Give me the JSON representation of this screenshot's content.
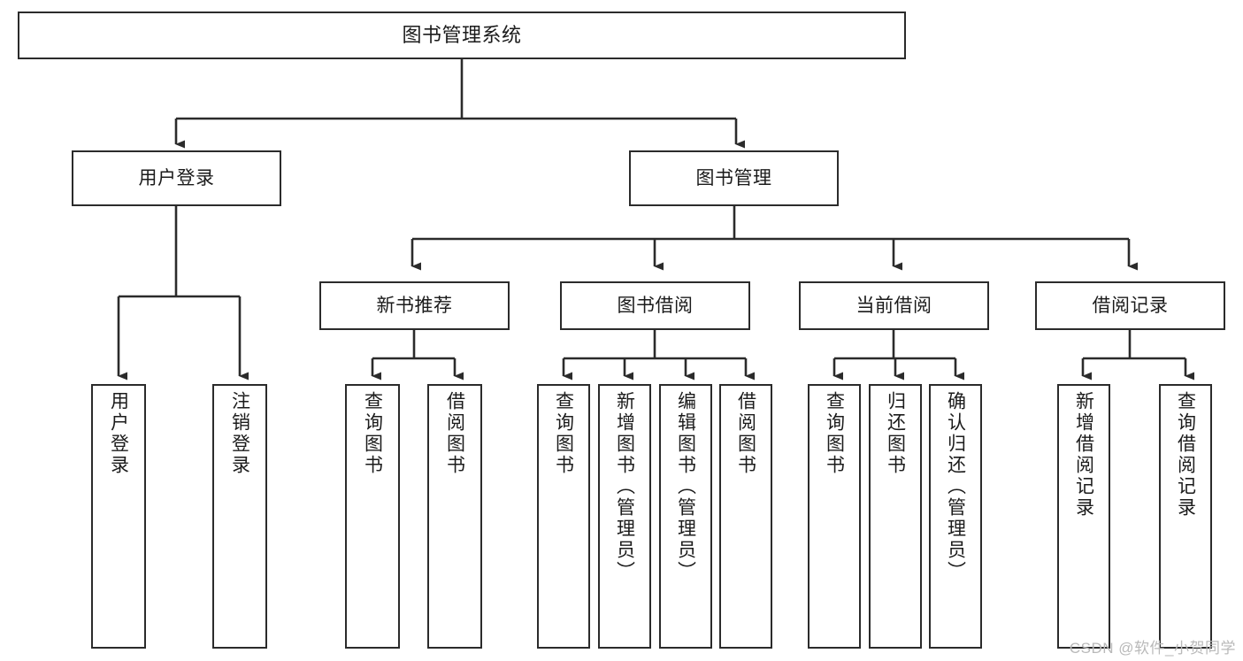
{
  "diagram": {
    "title": "图书管理系统",
    "type": "tree-hierarchy-chart",
    "watermark": "CSDN @软件_小贺同学",
    "colors": {
      "box_border": "#2b2b2b",
      "box_fill": "#ffffff",
      "connector": "#2b2b2b",
      "text": "#1b1b1b",
      "watermark": "#b9b9b9",
      "background": "#ffffff"
    },
    "root": {
      "label": "图书管理系统"
    },
    "level1": [
      {
        "label": "用户登录"
      },
      {
        "label": "图书管理"
      }
    ],
    "level2": [
      {
        "label": "新书推荐"
      },
      {
        "label": "图书借阅"
      },
      {
        "label": "当前借阅"
      },
      {
        "label": "借阅记录"
      }
    ],
    "leaves": {
      "user_login": [
        {
          "label": "用户登录"
        },
        {
          "label": "注销登录"
        }
      ],
      "new_book_recommend": [
        {
          "label": "查询图书"
        },
        {
          "label": "借阅图书"
        }
      ],
      "book_borrow": [
        {
          "label": "查询图书"
        },
        {
          "label": "新增图书（管理员）"
        },
        {
          "label": "编辑图书（管理员）"
        },
        {
          "label": "借阅图书"
        }
      ],
      "current_borrow": [
        {
          "label": "查询图书"
        },
        {
          "label": "归还图书"
        },
        {
          "label": "确认归还（管理员）"
        }
      ],
      "borrow_records": [
        {
          "label": "新增借阅记录"
        },
        {
          "label": "查询借阅记录"
        }
      ]
    }
  }
}
